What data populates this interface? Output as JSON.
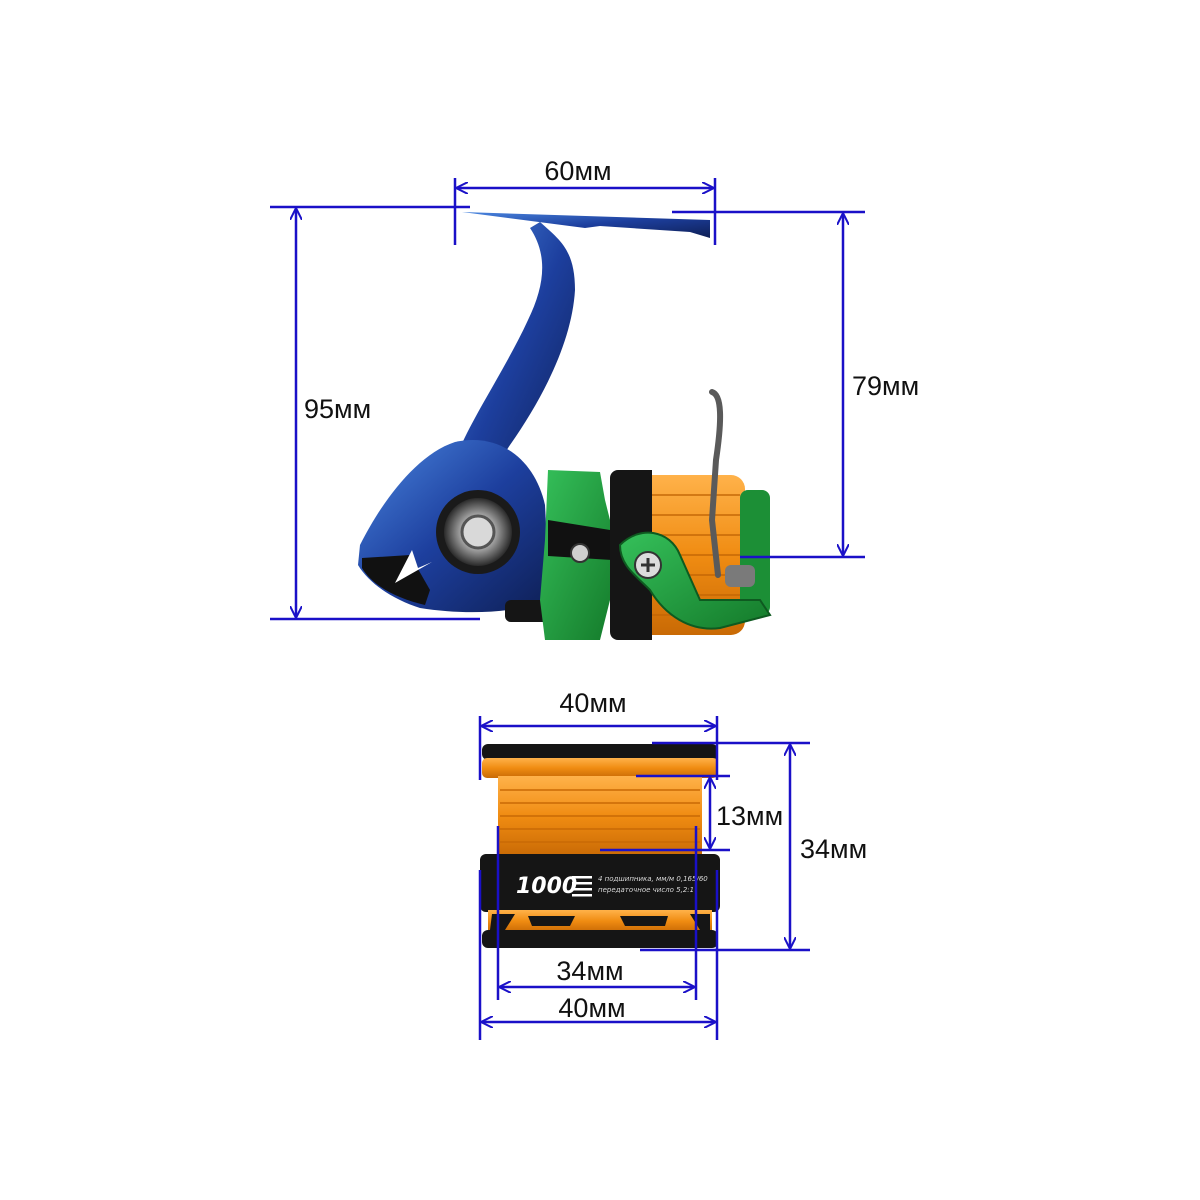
{
  "colors": {
    "dimension_line": "#1a10c8",
    "body_blue": "#1d3f9e",
    "body_blue_light": "#3f7ad8",
    "rotor_green": "#1f9a3a",
    "spool_orange": "#f08c12",
    "spool_black": "#151515"
  },
  "reel": {
    "dimensions": {
      "width_top": "60мм",
      "total_height": "95мм",
      "foot_to_spool": "79мм"
    }
  },
  "spool": {
    "model": "1000",
    "spec_line_1": "4 подшипника, мм/м 0,165/60",
    "spec_line_2": "передаточное число 5,2:1",
    "dimensions": {
      "top_diameter": "40мм",
      "line_depth": "13мм",
      "height": "34мм",
      "inner_diameter": "34мм",
      "bottom_diameter": "40мм"
    }
  }
}
